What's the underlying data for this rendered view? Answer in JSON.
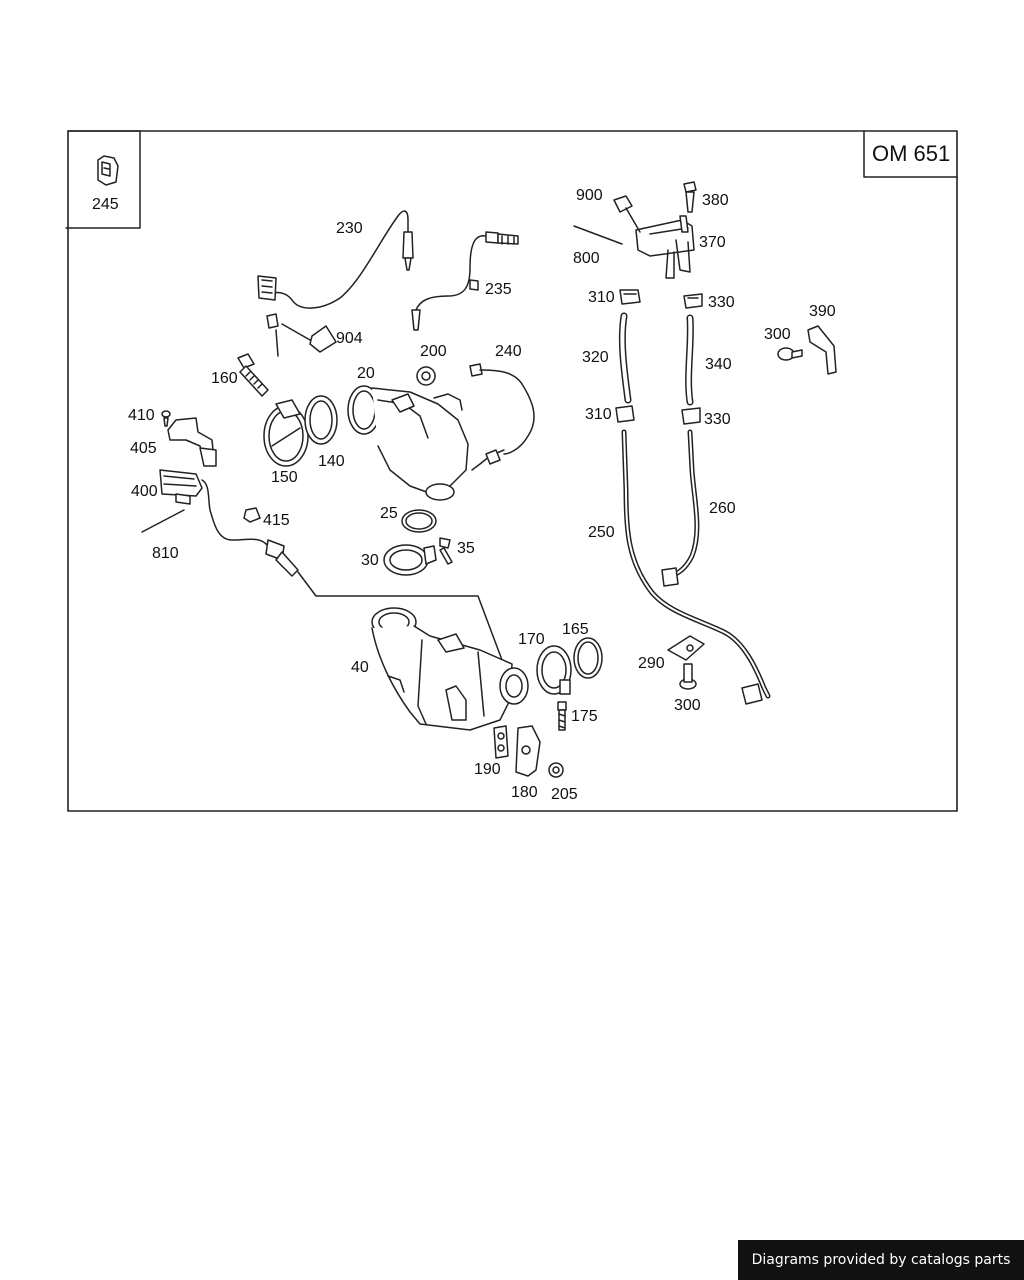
{
  "diagram": {
    "model_code": "OM 651",
    "inset_part": "245",
    "parts": [
      "20",
      "25",
      "30",
      "35",
      "40",
      "140",
      "150",
      "160",
      "165",
      "170",
      "175",
      "180",
      "190",
      "200",
      "205",
      "230",
      "235",
      "240",
      "250",
      "260",
      "290",
      "300",
      "300",
      "310",
      "310",
      "320",
      "330",
      "330",
      "340",
      "370",
      "380",
      "390",
      "400",
      "405",
      "410",
      "415",
      "800",
      "810",
      "900",
      "904"
    ]
  },
  "footer": {
    "credit": "Diagrams provided by catalogs parts"
  },
  "colors": {
    "line": "#222222",
    "background": "#ffffff",
    "footer_bg": "#111111",
    "footer_text": "#ffffff"
  }
}
